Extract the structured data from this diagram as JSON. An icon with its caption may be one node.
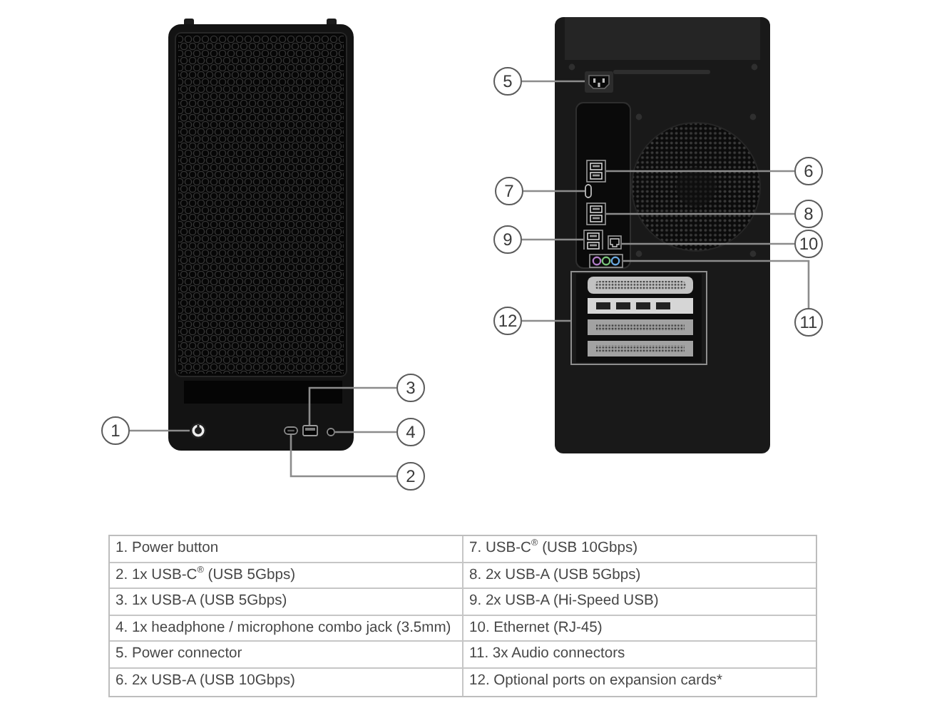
{
  "diagram": {
    "nodes": [
      {
        "text": [
          "1"
        ]
      },
      {
        "text": [
          "2"
        ]
      },
      {
        "text": [
          "3"
        ]
      },
      {
        "text": [
          "4"
        ]
      },
      {
        "text": [
          "5"
        ]
      },
      {
        "text": [
          "6"
        ]
      },
      {
        "text": [
          "7"
        ]
      },
      {
        "text": [
          "8"
        ]
      },
      {
        "text": [
          "9"
        ]
      },
      {
        "text": [
          "10"
        ]
      },
      {
        "text": [
          "11"
        ]
      },
      {
        "text": [
          "12"
        ]
      },
      {
        "text": [],
        "shape": "picture"
      },
      {
        "text": [],
        "shape": "picture"
      },
      {
        "text": [],
        "shape": "picture"
      },
      {
        "text": [],
        "shape": "circle"
      },
      {
        "text": [],
        "shape": "picture"
      },
      {
        "text": [],
        "shape": "picture"
      },
      {
        "text": [],
        "shape": "box"
      },
      {
        "text": [],
        "shape": "picture"
      },
      {
        "text": [],
        "shape": "picture"
      },
      {
        "text": [],
        "shape": "picture"
      },
      {
        "text": [],
        "shape": "picture"
      },
      {
        "text": [],
        "shape": "picture"
      }
    ],
    "edges": [
      {
        "from": 0,
        "to": 12,
        "arrow": "none"
      },
      {
        "from": 1,
        "to": 13,
        "arrow": "none"
      },
      {
        "from": 2,
        "to": 14,
        "arrow": "none"
      },
      {
        "from": 3,
        "to": 15,
        "arrow": "none"
      },
      {
        "from": 4,
        "to": 16,
        "arrow": "none"
      },
      {
        "from": 5,
        "to": 17,
        "arrow": "none"
      },
      {
        "from": 6,
        "to": 18,
        "arrow": "none"
      },
      {
        "from": 7,
        "to": 19,
        "arrow": "none"
      },
      {
        "from": 8,
        "to": 20,
        "arrow": "none"
      },
      {
        "from": 9,
        "to": 21,
        "arrow": "none"
      },
      {
        "from": 10,
        "to": 22,
        "arrow": "none"
      },
      {
        "from": 11,
        "to": 23,
        "arrow": "none"
      }
    ],
    "labels": [
      "1. Power button",
      "7. USB-C$^{®}$ (USB 10Gbps)",
      "2. 1x USB-C$^{®}$ (USB 5Gbps)",
      "8. 2x USB-A (USB 5Gbps)",
      "3. 1x USB-A (USB 5Gbps)",
      "9. 2x USB-A (Hi-Speed USB)",
      "4. 1x headphone / microphone combo jack (3.5mm)",
      "10. Ethernet (RJ-45)",
      "5. Power connector",
      "11. 3x Audio connectors",
      "6. 2x USB-A (USB 10Gbps)",
      "12. Optional ports on expansion cards*"
    ]
  }
}
